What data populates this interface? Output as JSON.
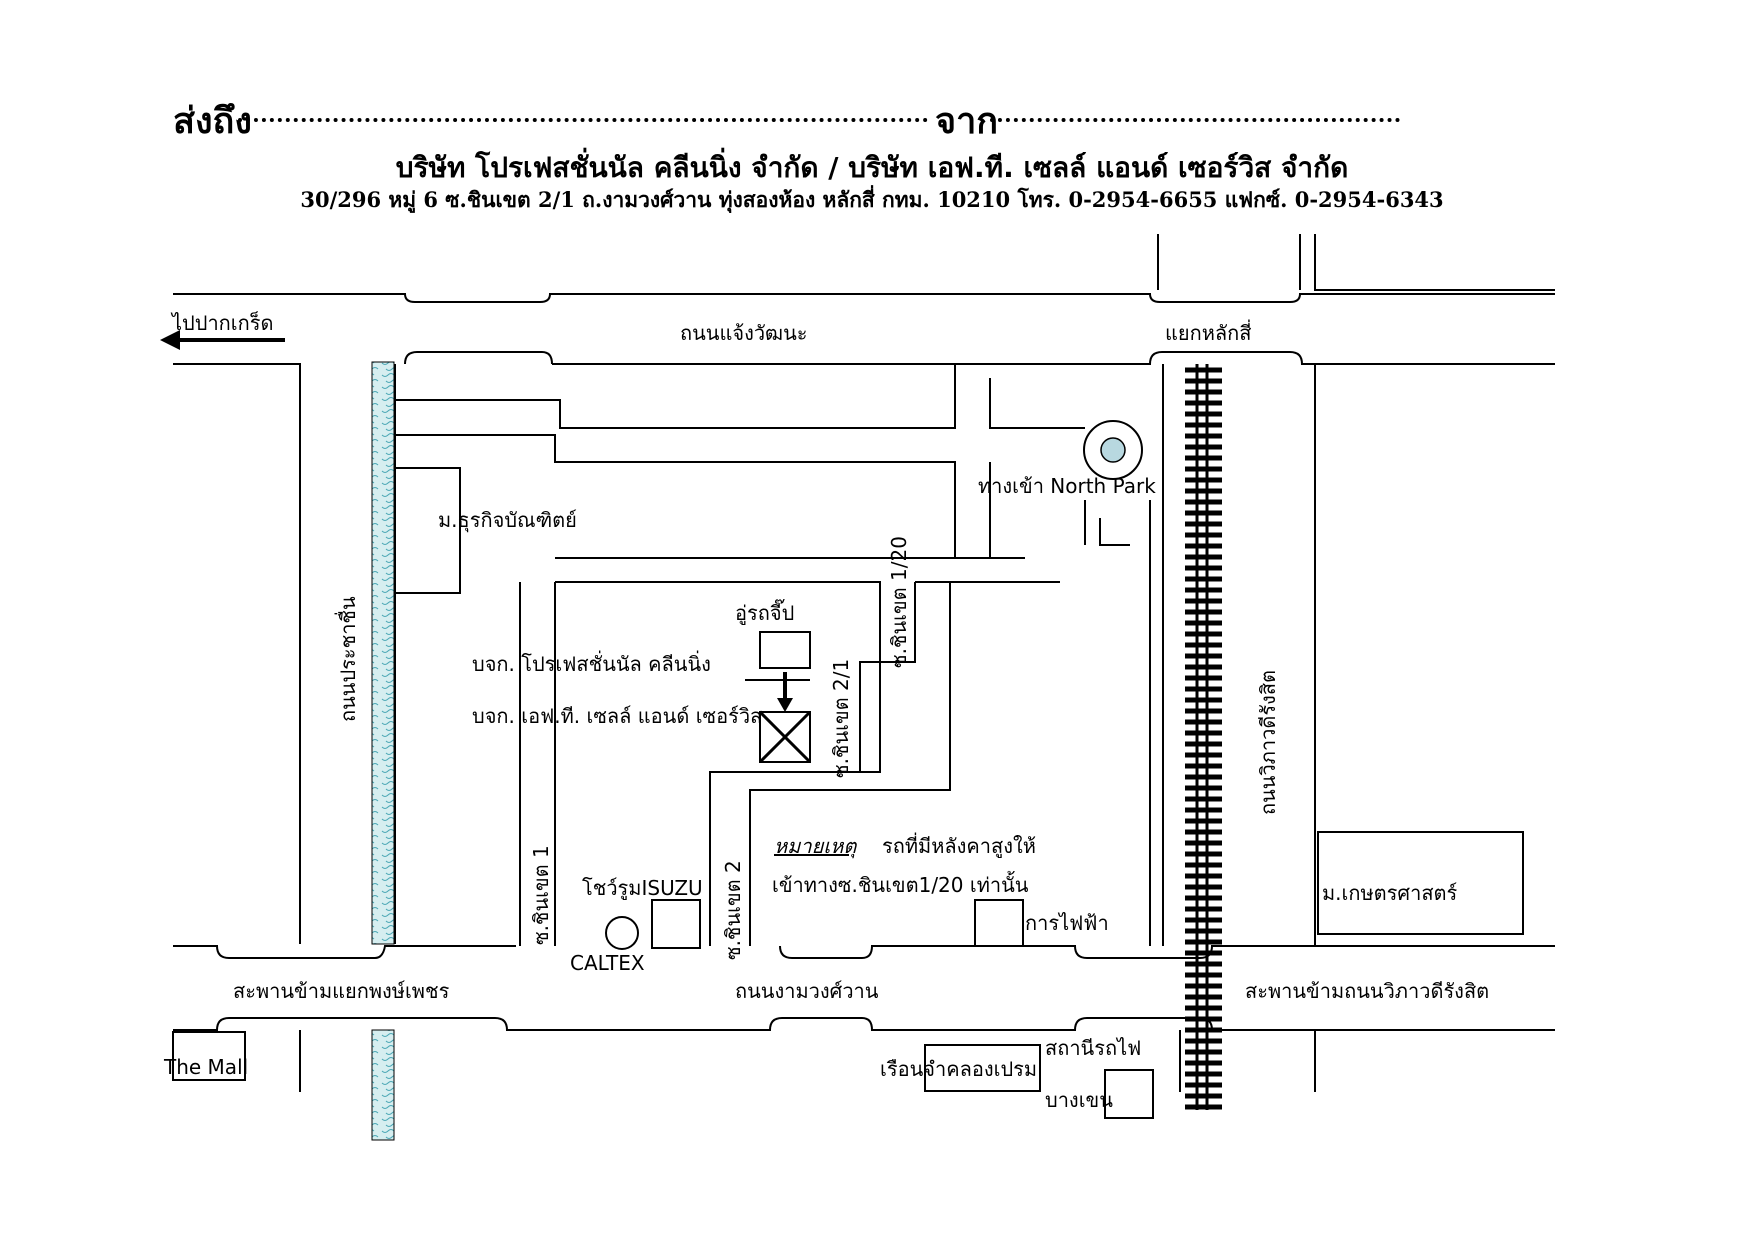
{
  "header": {
    "to_label": "ส่งถึง",
    "from_label": "จาก",
    "company": "บริษัท โปรเฟสชั่นนัล คลีนนิ่ง จำกัด  / บริษัท เอฟ.ที. เซลล์ แอนด์ เซอร์วิส จำกัด",
    "address": "30/296 หมู่ 6 ซ.ชินเขต 2/1 ถ.งามวงศ์วาน ทุ่งสองห้อง หลักสี่ กทม. 10210   โทร. 0-2954-6655  แฟกซ์. 0-2954-6343"
  },
  "map": {
    "direction_pakkret": "ไปปากเกร็ด",
    "road_chaeng_watthana": "ถนนแจ้งวัฒนะ",
    "laksi_intersection": "แยกหลักสี่",
    "entrance_north_park": "ทางเข้า North Park",
    "dhurakij_university": "ม.ธุรกิจบัณฑิตย์",
    "road_prachachuen": "ถนนประชาชื่น",
    "soi_chinnakhet_1_20": "ซ.ชินเขต 1/20",
    "soi_chinnakhet_2_1": "ซ.ชินเขต 2/1",
    "garage": "อู่รถจี๊ป",
    "company_1": "บจก. โปรเฟสชั่นนัล คลีนนิ่ง",
    "company_2": "บจก. เอฟ.ที. เซลล์ แอนด์ เซอร์วิส",
    "road_vibhavadi": "ถนนวิภาวดีรังสิต",
    "note_title": "หมายเหตุ",
    "note_line_1": "รถที่มีหลังคาสูงให้",
    "note_line_2": "เข้าทางซ.ชินเขต1/20  เท่านั้น",
    "kasetsart_university": "ม.เกษตรศาสตร์",
    "soi_chinnakhet_1": "ซ.ชินเขต 1",
    "soi_chinnakhet_2": "ซ.ชินเขต 2",
    "isuzu_showroom": "โชว์รูมISUZU",
    "caltex": "CALTEX",
    "electricity_authority": "การไฟฟ้า",
    "bridge_phong_phet": "สะพานข้ามแยกพงษ์เพชร",
    "road_ngamwongwan": "ถนนงามวงศ์วาน",
    "bridge_vibhavadi": "สะพานข้ามถนนวิภาวดีรังสิต",
    "the_mall": "The Mall",
    "rail_station_line_1": "สถานีรถไฟ",
    "rail_station_line_2": "บางเขน",
    "khlong_prem_prison": "เรือนจำคลองเปรม"
  },
  "colors": {
    "canal": "#d6eef0",
    "roundabout": "#b8d8e0"
  }
}
